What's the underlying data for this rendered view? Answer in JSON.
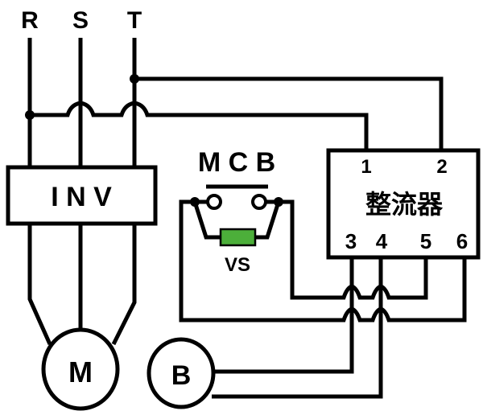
{
  "diagram": {
    "type": "circuit",
    "power_lines": [
      {
        "id": "R",
        "label": "R"
      },
      {
        "id": "S",
        "label": "S"
      },
      {
        "id": "T",
        "label": "T"
      }
    ],
    "inverter": {
      "label": "I N V"
    },
    "breaker": {
      "label": "M C B"
    },
    "varistor": {
      "label": "VS",
      "color": "#4caf3a"
    },
    "rectifier": {
      "label": "整流器",
      "terminals": [
        "1",
        "2",
        "3",
        "4",
        "5",
        "6"
      ]
    },
    "motor": {
      "label": "M"
    },
    "brake": {
      "label": "B"
    },
    "connections": [
      {
        "from": "R",
        "to": "rectifier.1"
      },
      {
        "from": "T",
        "to": "rectifier.2"
      },
      {
        "from": "R/S/T",
        "to": "inverter"
      },
      {
        "from": "inverter",
        "to": "motor"
      },
      {
        "from": "MCB.left",
        "to": "rectifier.6"
      },
      {
        "from": "MCB.right",
        "to": "rectifier.5"
      },
      {
        "from": "rectifier.3",
        "to": "brake"
      },
      {
        "from": "rectifier.4",
        "to": "brake"
      }
    ]
  }
}
